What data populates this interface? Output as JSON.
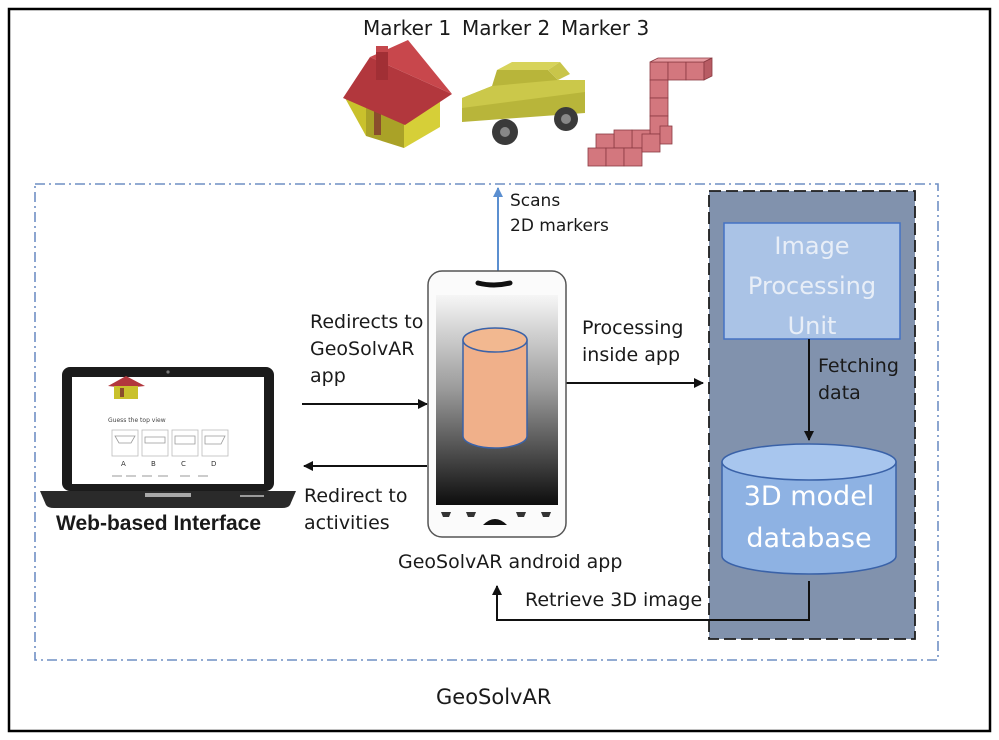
{
  "markers": {
    "marker1": "Marker 1",
    "marker2": "Marker 2",
    "marker3": "Marker 3"
  },
  "phone": {
    "scan_line1": "Scans",
    "scan_line2": "2D markers",
    "caption": "GeoSolvAR android app"
  },
  "flows": {
    "redirect_to_app_line1": "Redirects to",
    "redirect_to_app_line2": "GeoSolvAR",
    "redirect_to_app_line3": "app",
    "redirect_back_line1": "Redirect to",
    "redirect_back_line2": "activities",
    "processing_line1": "Processing",
    "processing_line2": "inside app",
    "fetching_line1": "Fetching",
    "fetching_line2": "data",
    "retrieve": "Retrieve 3D image"
  },
  "server": {
    "ipu_line1": "Image",
    "ipu_line2": "Processing",
    "ipu_line3": "Unit",
    "db_line1": "3D model",
    "db_line2": "database"
  },
  "laptop": {
    "caption": "Web-based Interface",
    "screen_title": "Guess the top view",
    "options": [
      "A",
      "B",
      "C",
      "D"
    ]
  },
  "system_label": "GeoSolvAR",
  "colors": {
    "boundary": "#6f8fc4",
    "server_panel": "#8192ad",
    "ipu_box": "#aac3e6",
    "database": "#8eb2e3",
    "cylinder": "#f0b08a",
    "house_roof": "#b2373d",
    "house_wall": "#c9c12c",
    "car_body": "#b8b53a",
    "cubes": "#d3777e",
    "scan_arrow": "#5b8fd0"
  }
}
